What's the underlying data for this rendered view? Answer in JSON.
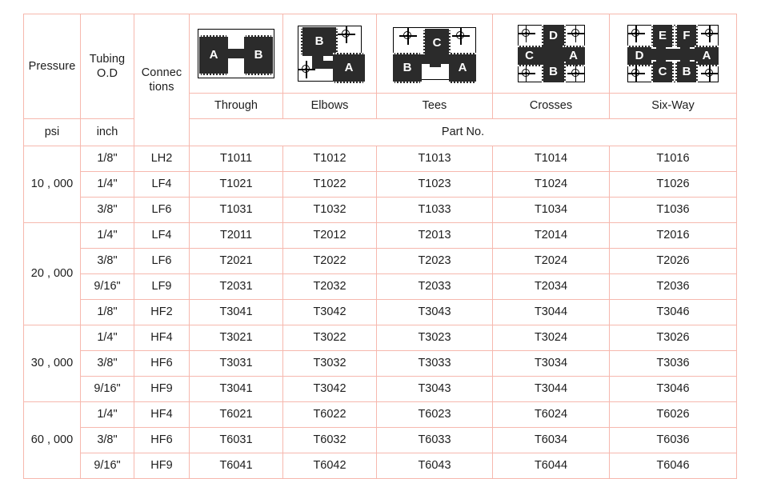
{
  "table": {
    "headers": {
      "pressure": "Pressure",
      "tubing_od": "Tubing\nO.D",
      "connections": "Connec\ntions",
      "units": {
        "pressure": "psi",
        "tubing": "inch"
      },
      "part_no": "Part No."
    },
    "fitting_types": [
      {
        "key": "through",
        "label": "Through",
        "diagram": "through-diagram",
        "ports": [
          "A",
          "B"
        ]
      },
      {
        "key": "elbows",
        "label": "Elbows",
        "diagram": "elbows-diagram",
        "ports": [
          "B",
          "A"
        ]
      },
      {
        "key": "tees",
        "label": "Tees",
        "diagram": "tees-diagram",
        "ports": [
          "C",
          "B",
          "A"
        ]
      },
      {
        "key": "crosses",
        "label": "Crosses",
        "diagram": "crosses-diagram",
        "ports": [
          "D",
          "C",
          "A",
          "B"
        ]
      },
      {
        "key": "sixway",
        "label": "Six-Way",
        "diagram": "sixway-diagram",
        "ports": [
          "E",
          "F",
          "D",
          "A",
          "C",
          "B"
        ]
      }
    ],
    "groups": [
      {
        "pressure": "10 , 000",
        "rows": [
          {
            "tubing": "1/8\"",
            "connection": "LH2",
            "parts": [
              "T1011",
              "T1012",
              "T1013",
              "T1014",
              "T1016"
            ],
            "shaded": true
          },
          {
            "tubing": "1/4\"",
            "connection": "LF4",
            "parts": [
              "T1021",
              "T1022",
              "T1023",
              "T1024",
              "T1026"
            ],
            "shaded": false
          },
          {
            "tubing": "3/8\"",
            "connection": "LF6",
            "parts": [
              "T1031",
              "T1032",
              "T1033",
              "T1034",
              "T1036"
            ],
            "shaded": true
          }
        ]
      },
      {
        "pressure": "20 , 000",
        "rows": [
          {
            "tubing": "1/4\"",
            "connection": "LF4",
            "parts": [
              "T2011",
              "T2012",
              "T2013",
              "T2014",
              "T2016"
            ],
            "shaded": false
          },
          {
            "tubing": "3/8\"",
            "connection": "LF6",
            "parts": [
              "T2021",
              "T2022",
              "T2023",
              "T2024",
              "T2026"
            ],
            "shaded": true
          },
          {
            "tubing": "9/16\"",
            "connection": "LF9",
            "parts": [
              "T2031",
              "T2032",
              "T2033",
              "T2034",
              "T2036"
            ],
            "shaded": false
          },
          {
            "tubing": "1/8\"",
            "connection": "HF2",
            "parts": [
              "T3041",
              "T3042",
              "T3043",
              "T3044",
              "T3046"
            ],
            "shaded": true
          }
        ]
      },
      {
        "pressure": "30 , 000",
        "rows": [
          {
            "tubing": "1/4\"",
            "connection": "HF4",
            "parts": [
              "T3021",
              "T3022",
              "T3023",
              "T3024",
              "T3026"
            ],
            "shaded": false
          },
          {
            "tubing": "3/8\"",
            "connection": "HF6",
            "parts": [
              "T3031",
              "T3032",
              "T3033",
              "T3034",
              "T3036"
            ],
            "shaded": true
          },
          {
            "tubing": "9/16\"",
            "connection": "HF9",
            "parts": [
              "T3041",
              "T3042",
              "T3043",
              "T3044",
              "T3046"
            ],
            "shaded": false
          }
        ]
      },
      {
        "pressure": "60 , 000",
        "rows": [
          {
            "tubing": "1/4\"",
            "connection": "HF4",
            "parts": [
              "T6021",
              "T6022",
              "T6023",
              "T6024",
              "T6026"
            ],
            "shaded": true
          },
          {
            "tubing": "3/8\"",
            "connection": "HF6",
            "parts": [
              "T6031",
              "T6032",
              "T6033",
              "T6034",
              "T6036"
            ],
            "shaded": false
          },
          {
            "tubing": "9/16\"",
            "connection": "HF9",
            "parts": [
              "T6041",
              "T6042",
              "T6043",
              "T6044",
              "T6046"
            ],
            "shaded": true
          }
        ]
      }
    ]
  },
  "colors": {
    "row_shade": "#f9cfbc",
    "grid_line": "#f6b8ae",
    "diagram_fill": "#2b2b2b",
    "text": "#1d1d1d"
  }
}
